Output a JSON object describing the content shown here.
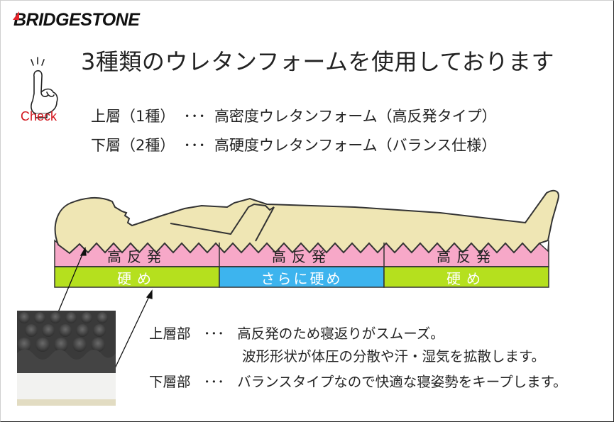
{
  "brand": {
    "logo_text": "BRIDGESTONE",
    "accent_color": "#e3242b"
  },
  "check_badge": {
    "label": "Check",
    "icon": "pointing-finger-icon",
    "color": "#d2141c"
  },
  "title": "3種類のウレタンフォームを使用しております",
  "specs": [
    {
      "layer": "上層（1種）",
      "dots": "･･･",
      "description": "高密度ウレタンフォーム（高反発タイプ）"
    },
    {
      "layer": "下層（2種）",
      "dots": "･･･",
      "description": "高硬度ウレタンフォーム（バランス仕様）"
    }
  ],
  "mattress": {
    "colors": {
      "top": "#f7a8c8",
      "bottom_hard": "#b5e01e",
      "bottom_harder": "#3db4ee",
      "body": "#efe6b4",
      "outline": "#333333"
    },
    "segments": [
      {
        "top_label": "高反発",
        "bottom_label": "硬め",
        "bottom_color": "#b5e01e"
      },
      {
        "top_label": "高反発",
        "bottom_label": "さらに硬め",
        "bottom_color": "#3db4ee"
      },
      {
        "top_label": "高反発",
        "bottom_label": "硬め",
        "bottom_color": "#b5e01e"
      }
    ]
  },
  "photo": {
    "icon": "foam-layers-photo"
  },
  "descriptions": [
    {
      "label": "上層部",
      "dots": "･･･",
      "lines": [
        "高反発のため寝返りがスムーズ。",
        "波形形状が体圧の分散や汗・湿気を拡散します。"
      ]
    },
    {
      "label": "下層部",
      "dots": "･･･",
      "lines": [
        "バランスタイプなので快適な寝姿勢をキープします。"
      ]
    }
  ]
}
